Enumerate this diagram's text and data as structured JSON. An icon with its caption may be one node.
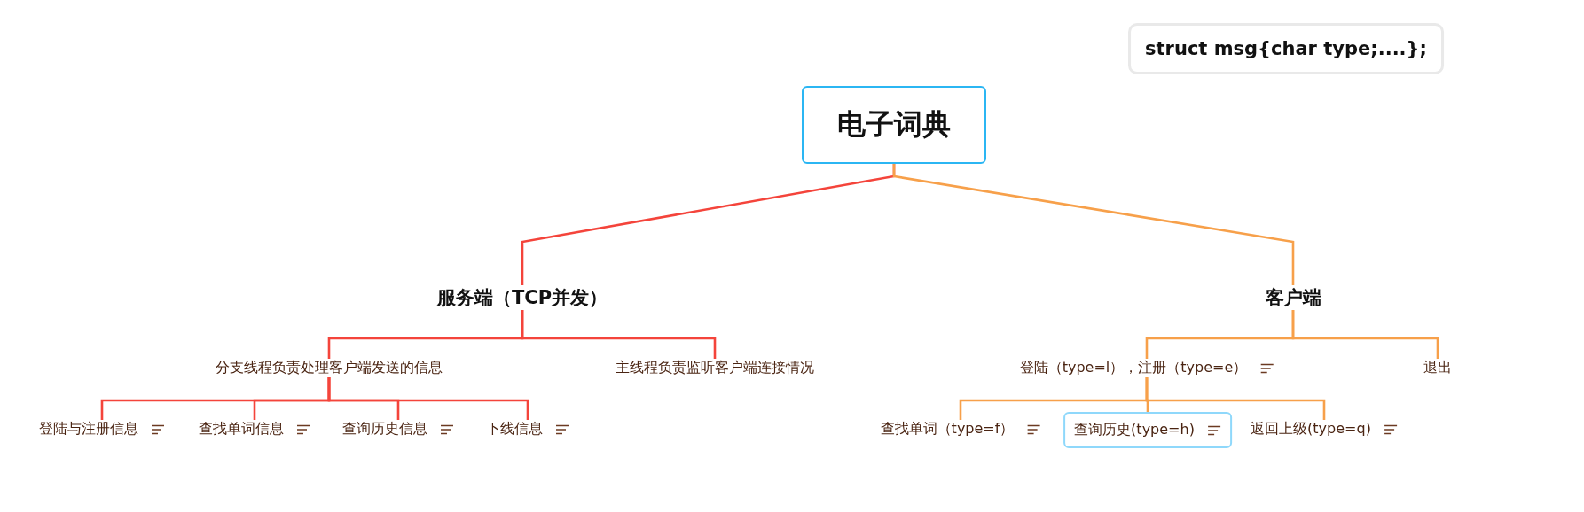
{
  "diagram": {
    "nodes": [
      {
        "text": [
          "电子词典"
        ]
      },
      {
        "text": [
          "struct msg{char type;....};"
        ]
      },
      {
        "text": [
          "服务端（TCP并发）"
        ]
      },
      {
        "text": [
          "分支线程负责处理客户端发送的信息"
        ]
      },
      {
        "text": [
          "登陆与注册信息"
        ]
      },
      {
        "text": [
          "查找单词信息"
        ]
      },
      {
        "text": [
          "查询历史信息"
        ]
      },
      {
        "text": [
          "下线信息"
        ]
      },
      {
        "text": [
          "主线程负责监听客户端连接情况"
        ]
      },
      {
        "text": [
          "客户端"
        ]
      },
      {
        "text": [
          "登陆（type=l），注册（type=e）"
        ]
      },
      {
        "text": [
          "查找单词（type=f）"
        ]
      },
      {
        "text": [
          "查询历史(type=h)"
        ]
      },
      {
        "text": [
          "返回上级(type=q)"
        ]
      },
      {
        "text": [
          "退出"
        ]
      }
    ],
    "edges": [
      {
        "from": 0,
        "to": 2,
        "arrow": "none"
      },
      {
        "from": 2,
        "to": 3,
        "arrow": "none"
      },
      {
        "from": 3,
        "to": 4,
        "arrow": "none"
      },
      {
        "from": 3,
        "to": 5,
        "arrow": "none"
      },
      {
        "from": 3,
        "to": 6,
        "arrow": "none"
      },
      {
        "from": 3,
        "to": 7,
        "arrow": "none"
      },
      {
        "from": 2,
        "to": 8,
        "arrow": "none"
      },
      {
        "from": 0,
        "to": 9,
        "arrow": "none",
        "color": "#f7a04a"
      },
      {
        "from": 9,
        "to": 10,
        "arrow": "none",
        "color": "#f7a04a"
      },
      {
        "from": 10,
        "to": 11,
        "arrow": "none",
        "color": "#f7a04a"
      },
      {
        "from": 10,
        "to": 12,
        "arrow": "none",
        "color": "#f7a04a"
      },
      {
        "from": 10,
        "to": 13,
        "arrow": "none",
        "color": "#f7a04a"
      },
      {
        "from": 9,
        "to": 14,
        "arrow": "none",
        "color": "#f7a04a"
      }
    ]
  }
}
